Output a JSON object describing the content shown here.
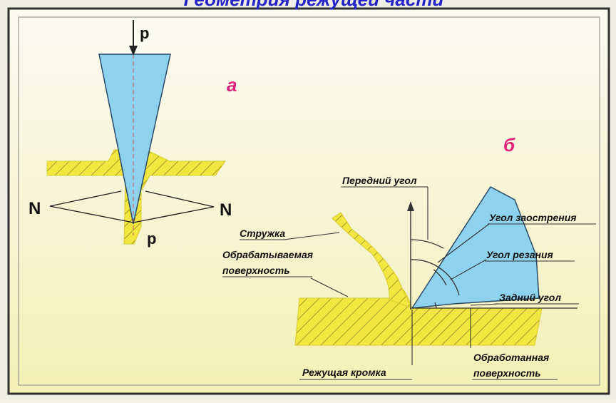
{
  "header": {
    "title": "Геометрия режущей части"
  },
  "panel_a": {
    "letter": "а",
    "force_top": "p",
    "force_bottom": "p",
    "normal_left": "N",
    "normal_right": "N"
  },
  "panel_b": {
    "letter": "б",
    "labels": {
      "chip": "Стружка",
      "work_surface_1": "Обрабатываемая",
      "work_surface_2": "поверхность",
      "rake_angle": "Передний угол",
      "wedge_angle": "Угол заострения",
      "cutting_angle": "Угол резания",
      "clearance_angle": "Задний угол",
      "cutting_edge": "Режущая кромка",
      "machined_surface_1": "Обработанная",
      "machined_surface_2": "поверхность"
    }
  },
  "colors": {
    "panel_bg": "#f7f4cf",
    "yellow": "#f2e640",
    "tool_blue": "#8fd2ee",
    "title_blue": "#2323c8",
    "letter_red": "#e0207a",
    "frame": "#303030"
  }
}
